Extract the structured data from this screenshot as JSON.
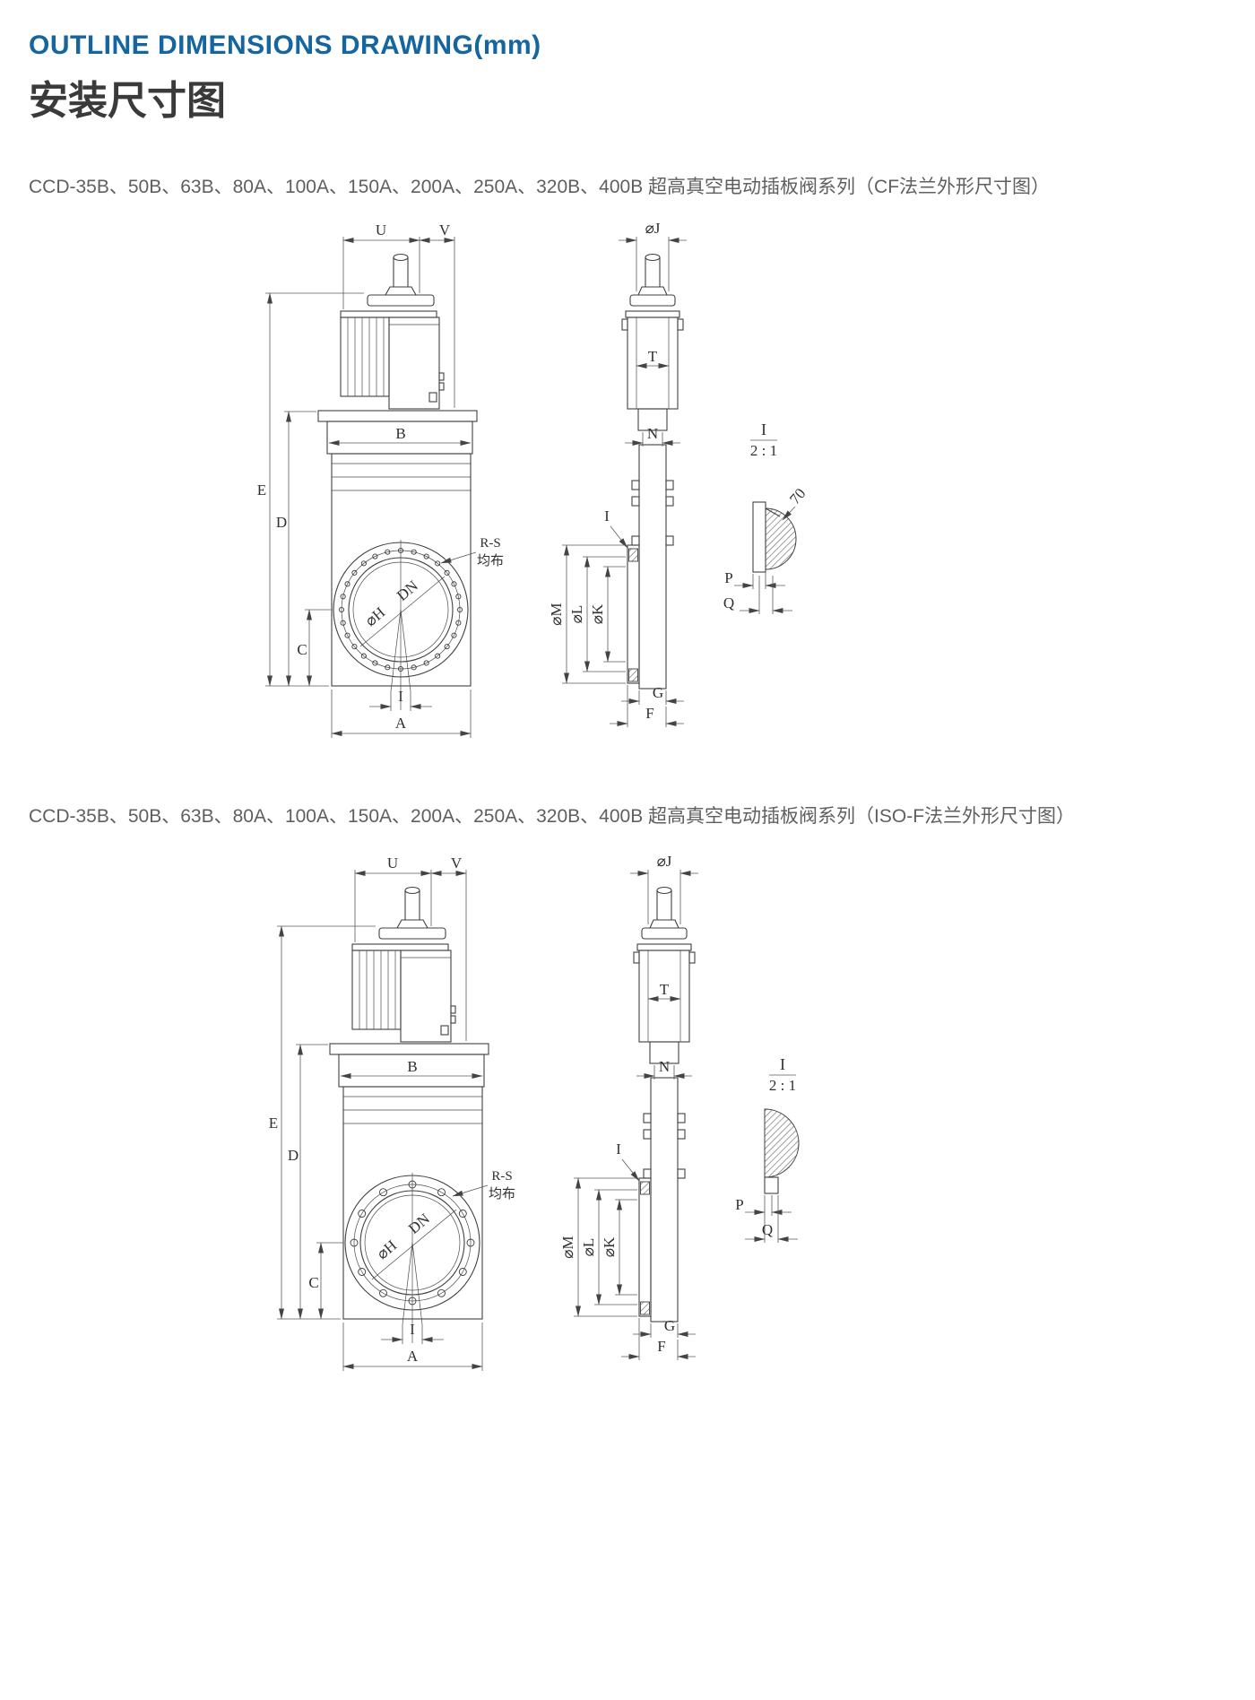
{
  "header": {
    "title": "OUTLINE DIMENSIONS DRAWING(mm)",
    "subtitle": "安装尺寸图"
  },
  "sections": [
    {
      "caption": "CCD-35B、50B、63B、80A、100A、150A、200A、250A、320B、400B 超高真空电动插板阀系列（CF法兰外形尺寸图）"
    },
    {
      "caption": "CCD-35B、50B、63B、80A、100A、150A、200A、250A、320B、400B 超高真空电动插板阀系列（ISO-F法兰外形尺寸图）"
    }
  ],
  "labels": {
    "u": "U",
    "v": "V",
    "b": "B",
    "e": "E",
    "d": "D",
    "c": "C",
    "a": "A",
    "i": "I",
    "phiH": "⌀H",
    "dn": "DN",
    "rs": "R-S",
    "evenly": "均布",
    "phiJ": "⌀J",
    "t": "T",
    "n": "N",
    "phiM": "⌀M",
    "phiL": "⌀L",
    "phiK": "⌀K",
    "g": "G",
    "f": "F",
    "scale": "2 : 1",
    "deg70": "70",
    "p": "P",
    "q": "Q"
  }
}
